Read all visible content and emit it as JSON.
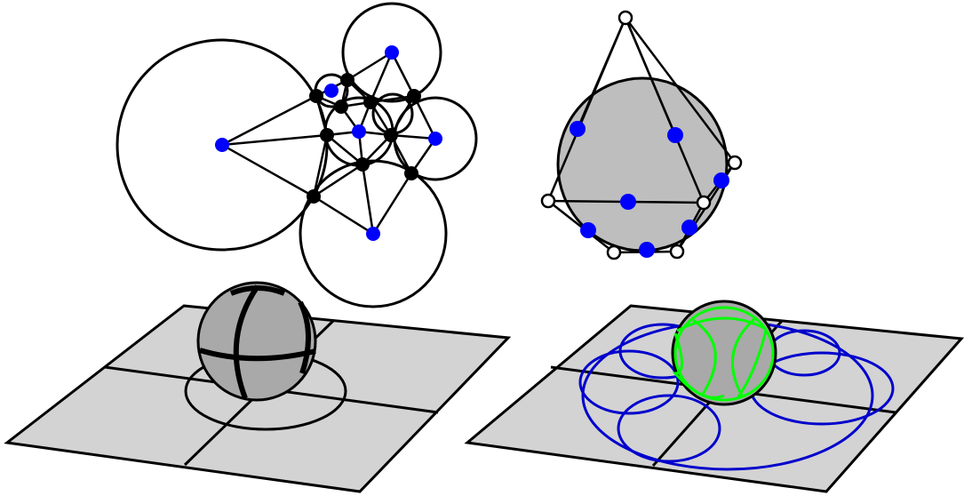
{
  "colors": {
    "background": "#ffffff",
    "stroke": "#000000",
    "vertex_blue": "#0000ff",
    "vertex_black": "#000000",
    "vertex_white": "#ffffff",
    "sphere_fill": "#bebebe",
    "sphere_fill_dark": "#a9a9a9",
    "plane_fill": "#d3d3d3",
    "circle_blue": "#0000cc",
    "circle_green": "#00ff00"
  },
  "panels": [
    {
      "id": "circle-packing",
      "description_visible_text": ""
    },
    {
      "id": "polyhedron-on-sphere",
      "description_visible_text": ""
    },
    {
      "id": "sphere-on-plane-black-circles",
      "description_visible_text": ""
    },
    {
      "id": "sphere-on-plane-green-blue-circles",
      "description_visible_text": ""
    }
  ]
}
